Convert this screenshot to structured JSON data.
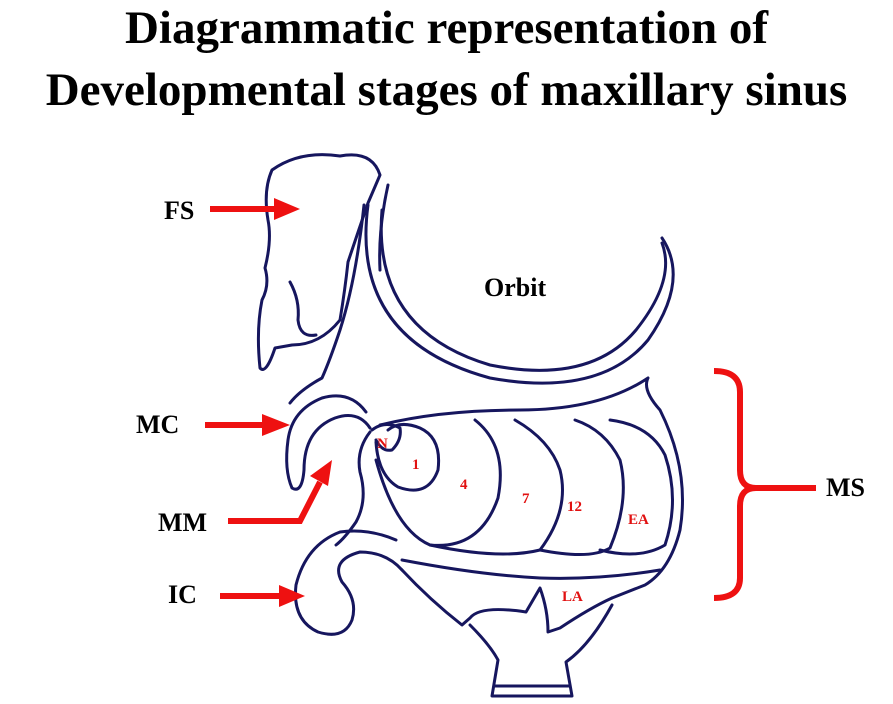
{
  "title": {
    "line1": "Diagrammatic representation of",
    "line2": "Developmental stages of maxillary sinus"
  },
  "labels": {
    "fs": "FS",
    "orbit": "Orbit",
    "mc": "MC",
    "mm": "MM",
    "ic": "IC",
    "ms": "MS"
  },
  "stages": [
    "N",
    "1",
    "4",
    "7",
    "12",
    "EA",
    "LA"
  ],
  "colors": {
    "outline": "#16165e",
    "arrows": "#ee1111",
    "stage_text": "#e11111",
    "label_text": "#000000"
  }
}
